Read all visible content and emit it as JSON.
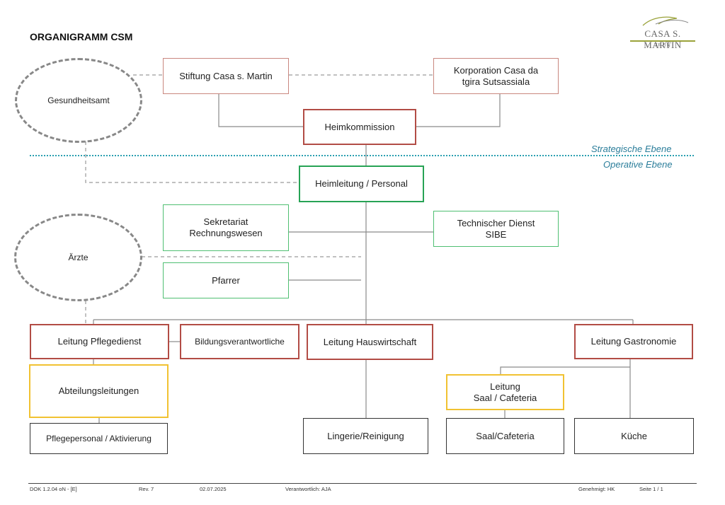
{
  "title": "ORGANIGRAMM CSM",
  "logo": {
    "text": "CASA S. MARTIN",
    "sub": "TRUN"
  },
  "levels": {
    "strategic": "Strategische Ebene",
    "operative": "Operative Ebene"
  },
  "ovals": {
    "gesundheitsamt": "Gesundheitsamt",
    "aerzte": "Ärzte"
  },
  "boxes": {
    "stiftung": "Stiftung Casa s. Martin",
    "korporation": "Korporation Casa da\ntgira Sutsassiala",
    "heimkommission": "Heimkommission",
    "heimleitung": "Heimleitung / Personal",
    "sekretariat": "Sekretariat\nRechnungswesen",
    "technischer_dienst": "Technischer Dienst\nSIBE",
    "pfarrer": "Pfarrer",
    "leitung_pflegedienst": "Leitung Pflegedienst",
    "bildungsverantwortliche": "Bildungsverantwortliche",
    "leitung_hauswirtschaft": "Leitung Hauswirtschaft",
    "leitung_gastronomie": "Leitung Gastronomie",
    "abteilungsleitungen": "Abteilungsleitungen",
    "leitung_saal": "Leitung\nSaal / Cafeteria",
    "pflegepersonal": "Pflegepersonal / Aktivierung",
    "lingerie": "Lingerie/Reinigung",
    "saal_cafeteria": "Saal/Cafeteria",
    "kueche": "Küche"
  },
  "footer": {
    "doc": "DOK 1.2.04 oN - [E]",
    "rev": "Rev. 7",
    "date": "02.07.2025",
    "responsible": "Verantwortlich: AJA",
    "approved": "Genehmigt: HK",
    "page": "Seite 1 / 1"
  },
  "colors": {
    "strategic_border": "#c9877f",
    "key_border": "#b24c45",
    "operative_border": "#4fbf72",
    "heimleitung_border": "#27a355",
    "sub_lead_border": "#f1c232",
    "staff_border": "#333333",
    "divider": "#2a9fb0"
  }
}
